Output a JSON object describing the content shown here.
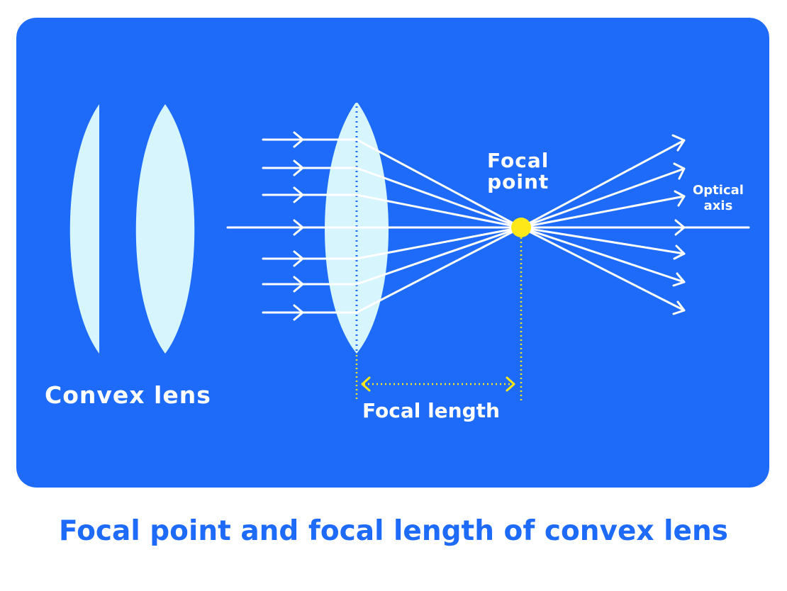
{
  "colors": {
    "panel_bg": "#1e6bfa",
    "lens_fill": "#d7f5fd",
    "ray_color": "#ffffff",
    "focal_point_color": "#ffe817",
    "caption_color": "#1e6bfa"
  },
  "labels": {
    "convex_lens": "Convex lens",
    "focal_point_line1": "Focal",
    "focal_point_line2": "point",
    "optical_axis_line1": "Optical",
    "optical_axis_line2": "axis",
    "focal_length": "Focal length"
  },
  "caption": "Focal point and focal length of convex lens"
}
